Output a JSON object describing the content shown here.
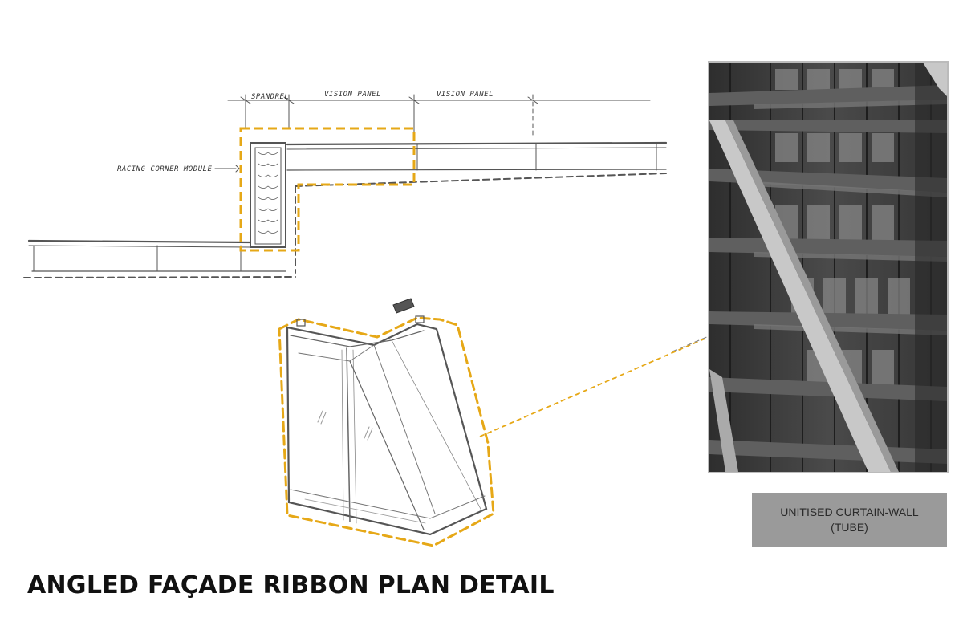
{
  "plan_labels": {
    "spandrel": "SPANDREL",
    "vision_panel_1": "VISION PANEL",
    "vision_panel_2": "VISION PANEL",
    "corner_module": "RACING CORNER MODULE"
  },
  "caption": {
    "line1": "UNITISED CURTAIN-WALL",
    "line2": "(TUBE)"
  },
  "title": "ANGLED FAÇADE RIBBON PLAN DETAIL",
  "colors": {
    "accent": "#e6a817",
    "ink": "#444444",
    "caption_bg": "#9a9a9a"
  }
}
